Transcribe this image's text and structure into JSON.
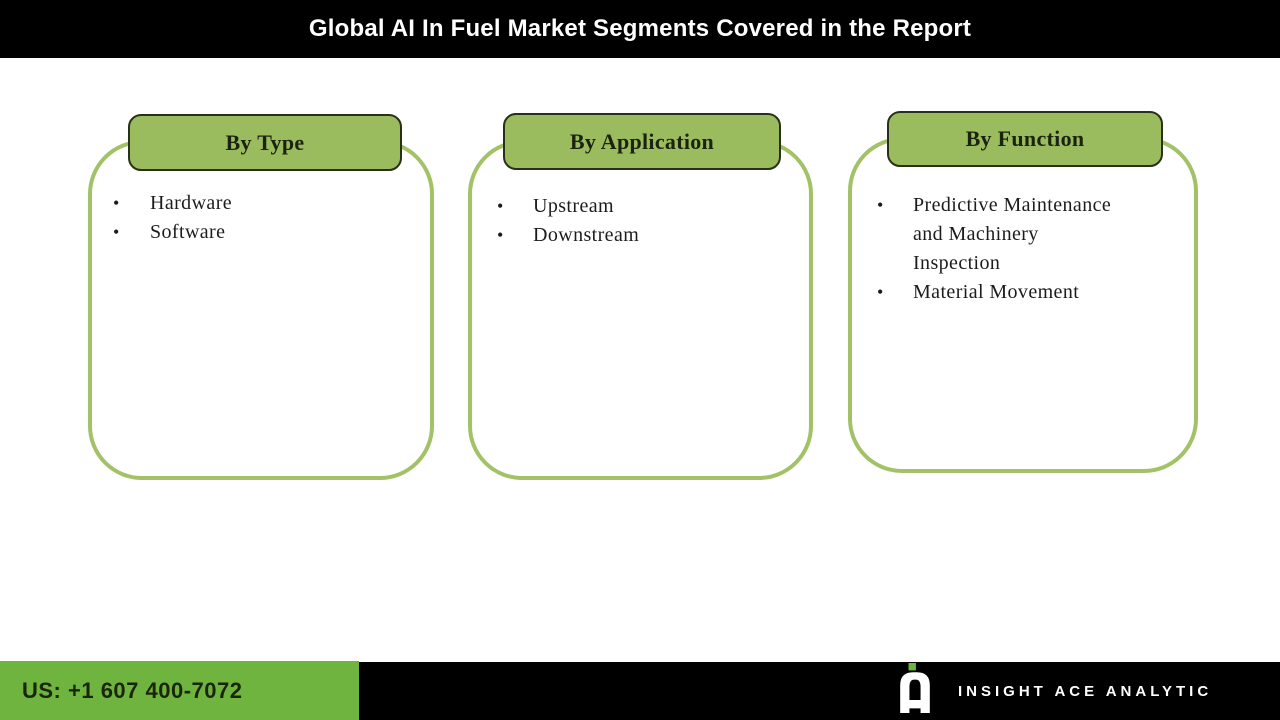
{
  "header": {
    "title": "Global AI In Fuel Market Segments Covered in the Report"
  },
  "bullet_glyph": "•",
  "segments": [
    {
      "title": "By Type",
      "items": [
        "Hardware",
        "Software"
      ]
    },
    {
      "title": "By Application",
      "items": [
        "Upstream",
        "Downstream"
      ]
    },
    {
      "title": "By Function",
      "items": [
        "Predictive Maintenance and Machinery Inspection",
        "Material Movement"
      ]
    }
  ],
  "footer": {
    "phone": "US: +1 607 400-7072",
    "brand": "INSIGHT ACE ANALYTIC",
    "logo": "insight-ace-logo"
  },
  "colors": {
    "header_bg": "#000000",
    "title_text": "#ffffff",
    "tab_fill": "#9bbc5e",
    "tab_border": "#29301a",
    "card_border": "#a3c268",
    "body_text": "#1c1c1c",
    "footer_bg": "#000000",
    "footer_green": "#6fb43f",
    "logo_dot_green": "#6fb43f"
  }
}
